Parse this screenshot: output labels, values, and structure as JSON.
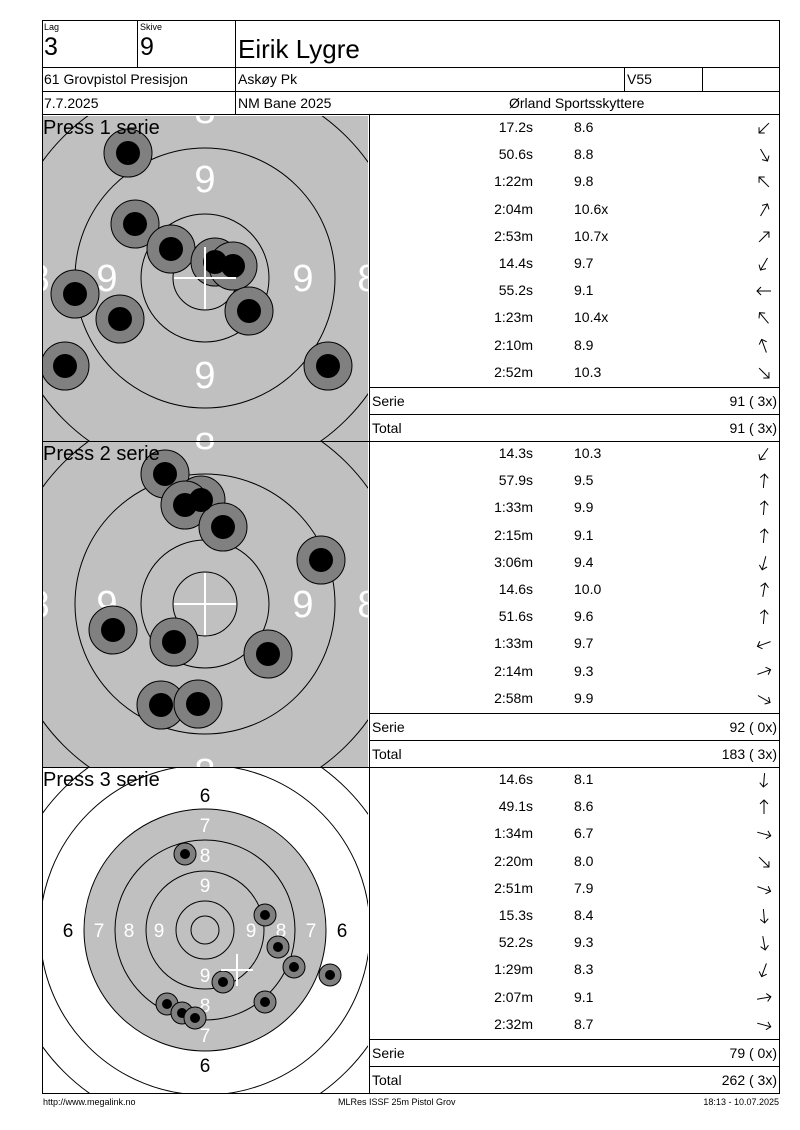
{
  "header": {
    "lag_label": "Lag",
    "lag": "3",
    "skive_label": "Skive",
    "skive": "9",
    "name": "Eirik Lygre",
    "discipline": "61 Grovpistol Presisjon",
    "club": "Askøy Pk",
    "class": "V55",
    "date": "7.7.2025",
    "event": "NM Bane 2025",
    "organizer": "Ørland Sportsskyttere"
  },
  "series": [
    {
      "title": "Press 1 serie",
      "target_style": "zoomed",
      "shots": [
        {
          "time": "17.2s",
          "score": "8.6",
          "dir": 225
        },
        {
          "time": "50.6s",
          "score": "8.8",
          "dir": 150
        },
        {
          "time": "1:22m",
          "score": "9.8",
          "dir": 315
        },
        {
          "time": "2:04m",
          "score": "10.6x",
          "dir": 30
        },
        {
          "time": "2:53m",
          "score": "10.7x",
          "dir": 45
        },
        {
          "time": "14.4s",
          "score": "9.7",
          "dir": 210
        },
        {
          "time": "55.2s",
          "score": "9.1",
          "dir": 270
        },
        {
          "time": "1:23m",
          "score": "10.4x",
          "dir": 320
        },
        {
          "time": "2:10m",
          "score": "8.9",
          "dir": 340
        },
        {
          "time": "2:52m",
          "score": "10.3",
          "dir": 135
        }
      ],
      "serie_label": "Serie",
      "serie_value": "91 ( 3x)",
      "total_label": "Total",
      "total_value": "91 ( 3x)"
    },
    {
      "title": "Press 2 serie",
      "target_style": "zoomed",
      "shots": [
        {
          "time": "14.3s",
          "score": "10.3",
          "dir": 215
        },
        {
          "time": "57.9s",
          "score": "9.5",
          "dir": 5
        },
        {
          "time": "1:33m",
          "score": "9.9",
          "dir": 5
        },
        {
          "time": "2:15m",
          "score": "9.1",
          "dir": 5
        },
        {
          "time": "3:06m",
          "score": "9.4",
          "dir": 195
        },
        {
          "time": "14.6s",
          "score": "10.0",
          "dir": 10
        },
        {
          "time": "51.6s",
          "score": "9.6",
          "dir": 5
        },
        {
          "time": "1:33m",
          "score": "9.7",
          "dir": 250
        },
        {
          "time": "2:14m",
          "score": "9.3",
          "dir": 70
        },
        {
          "time": "2:58m",
          "score": "9.9",
          "dir": 120
        }
      ],
      "serie_label": "Serie",
      "serie_value": "92 ( 0x)",
      "total_label": "Total",
      "total_value": "183 ( 3x)"
    },
    {
      "title": "Press 3 serie",
      "target_style": "full",
      "shots": [
        {
          "time": "14.6s",
          "score": "8.1",
          "dir": 185
        },
        {
          "time": "49.1s",
          "score": "8.6",
          "dir": 0
        },
        {
          "time": "1:34m",
          "score": "6.7",
          "dir": 105
        },
        {
          "time": "2:20m",
          "score": "8.0",
          "dir": 135
        },
        {
          "time": "2:51m",
          "score": "7.9",
          "dir": 110
        },
        {
          "time": "15.3s",
          "score": "8.4",
          "dir": 175
        },
        {
          "time": "52.2s",
          "score": "9.3",
          "dir": 170
        },
        {
          "time": "1:29m",
          "score": "8.3",
          "dir": 200
        },
        {
          "time": "2:07m",
          "score": "9.1",
          "dir": 80
        },
        {
          "time": "2:32m",
          "score": "8.7",
          "dir": 105
        }
      ],
      "serie_label": "Serie",
      "serie_value": "79 ( 0x)",
      "total_label": "Total",
      "total_value": "262 ( 3x)"
    }
  ],
  "footer": {
    "left": "http://www.megalink.no",
    "center": "MLRes ISSF 25m Pistol Grov",
    "right": "18:13 - 10.07.2025"
  }
}
